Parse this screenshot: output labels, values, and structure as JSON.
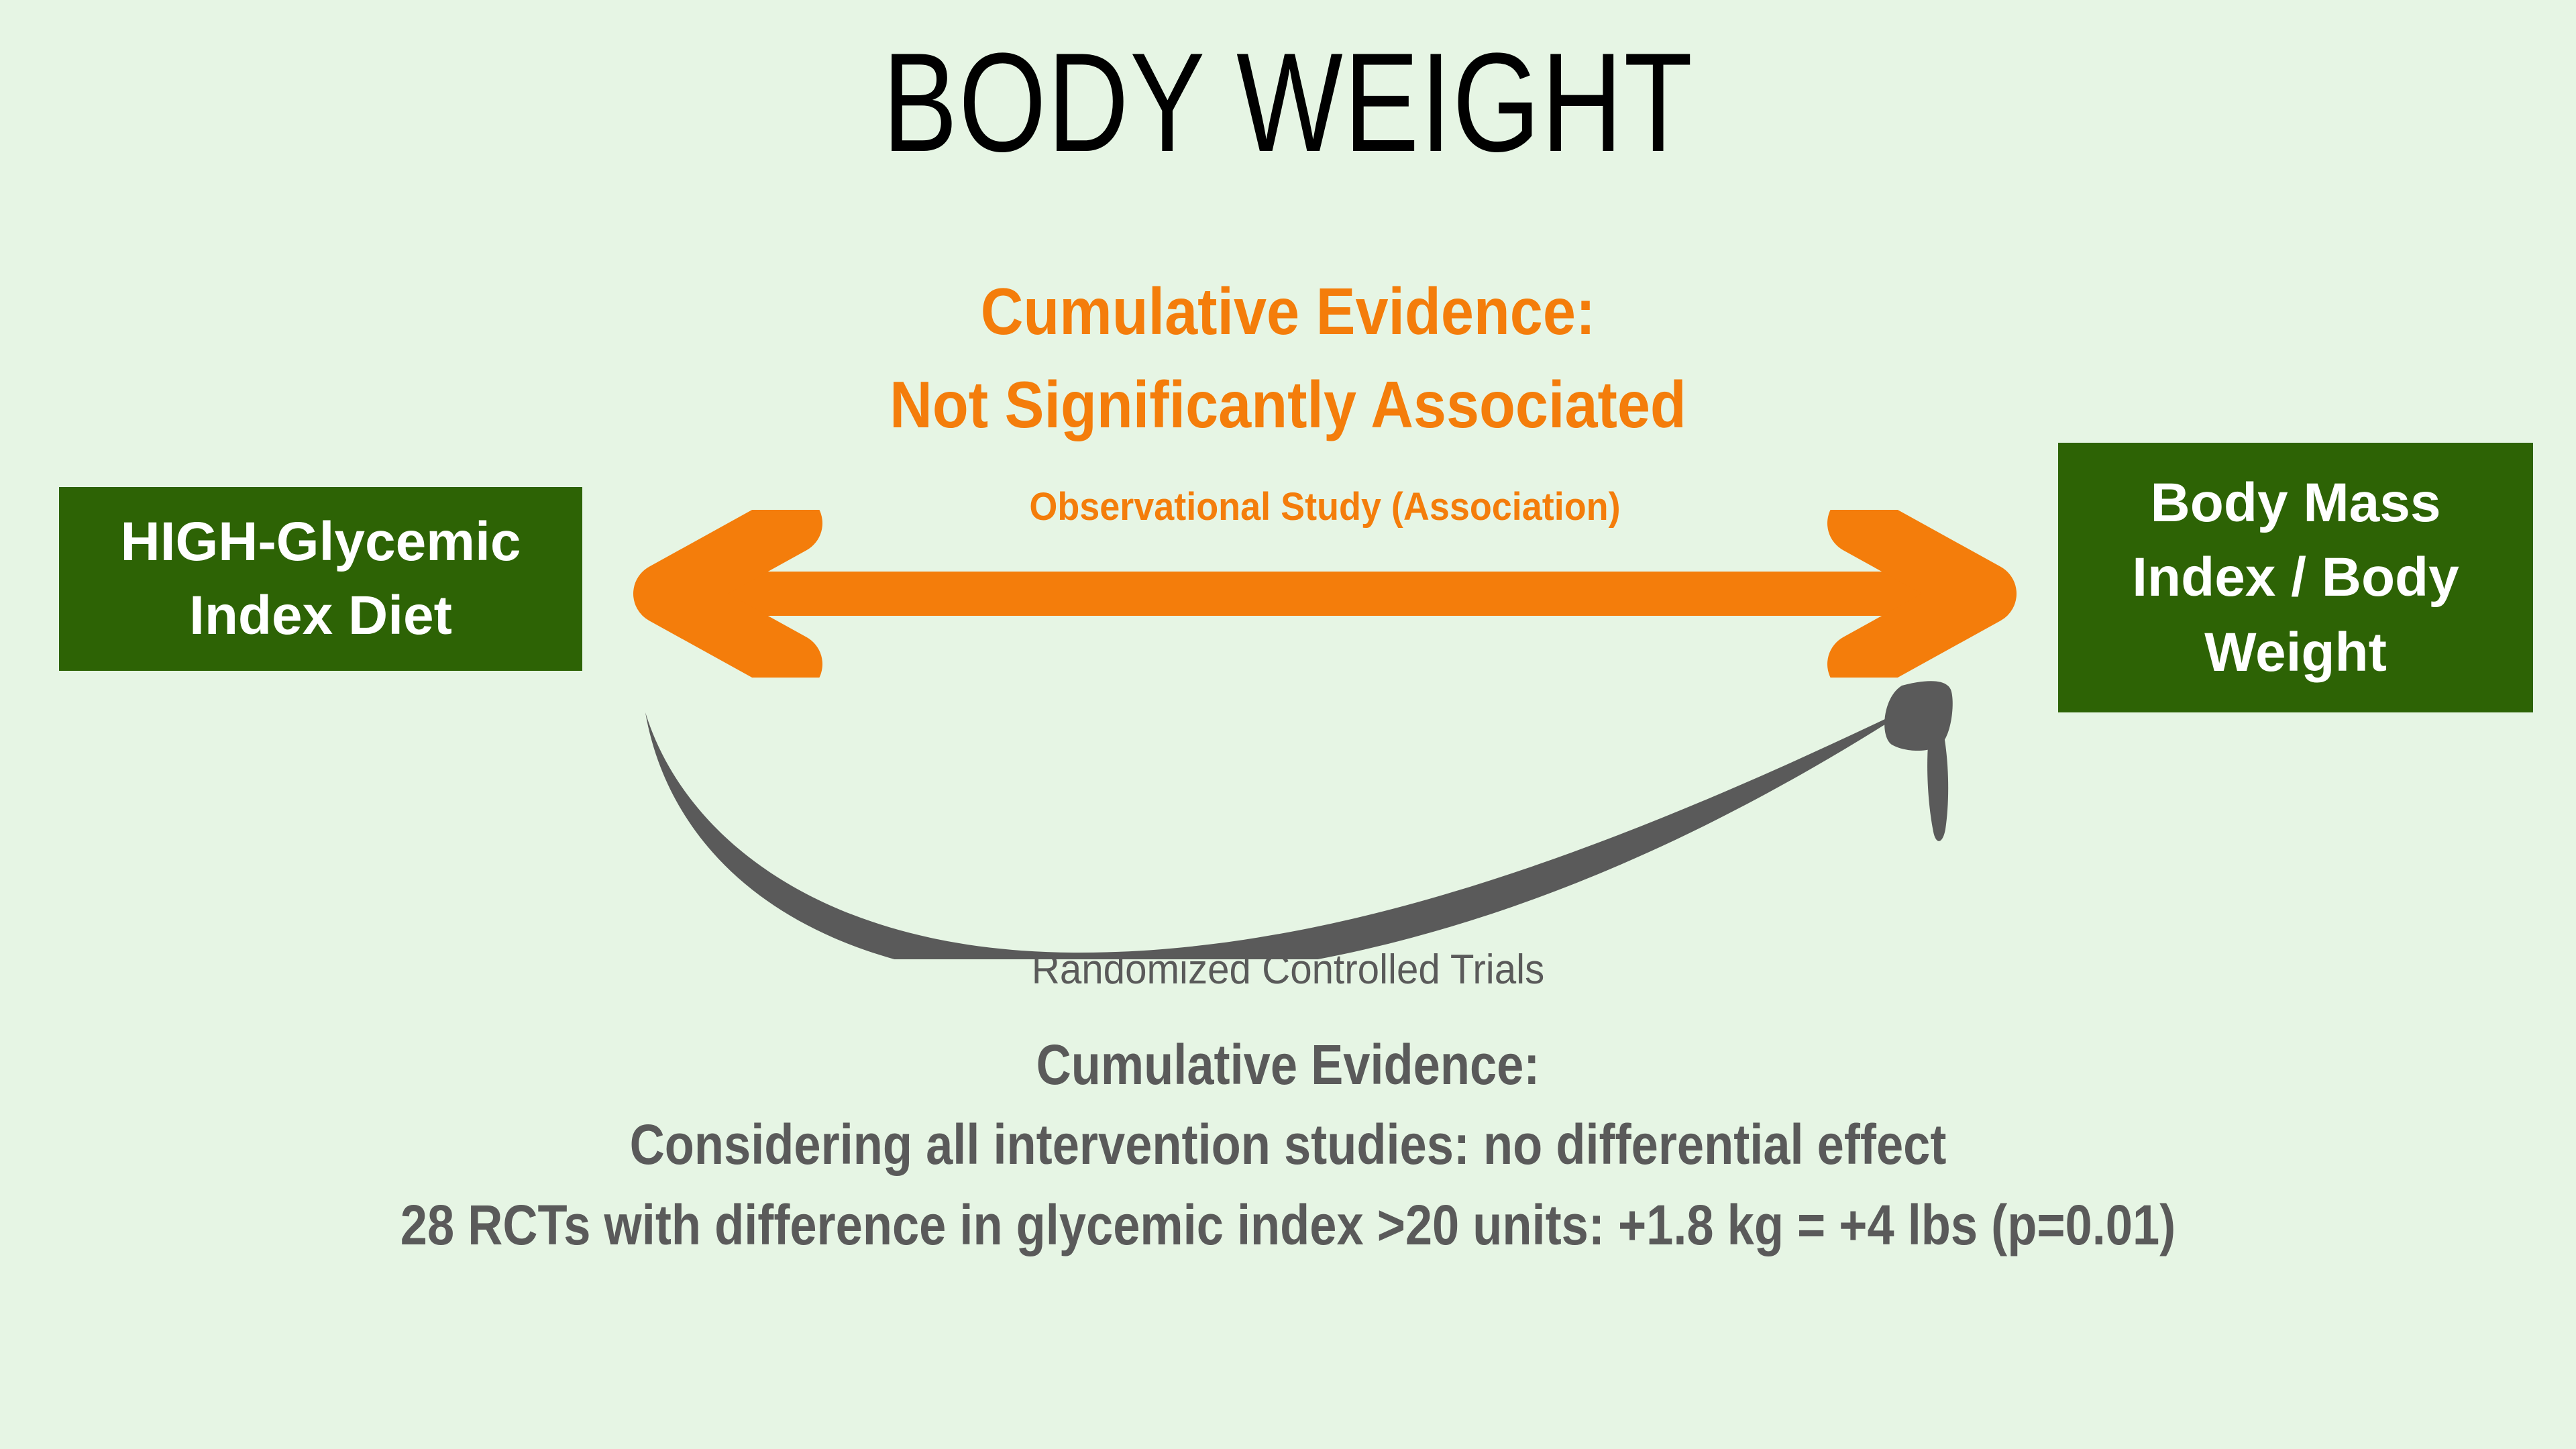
{
  "slide": {
    "title": "BODY WEIGHT",
    "background_color": "#e6f5e4"
  },
  "colors": {
    "background": "#e6f5e4",
    "green_box": "#2d6305",
    "orange_accent": "#f47d0b",
    "gray_accent": "#5a5a5a",
    "title_text": "#000000",
    "box_text": "#ffffff"
  },
  "observational": {
    "accent_color": "#f47d0b",
    "headline_line1": "Cumulative Evidence:",
    "headline_line2": "Not Significantly Associated",
    "arrow_label": "Observational Study (Association)",
    "arrow_icon": "double-headed-arrow-icon"
  },
  "exposure_box": {
    "line1": "HIGH-Glycemic",
    "line2": "Index Diet"
  },
  "outcome_box": {
    "line1": "Body Mass",
    "line2": "Index / Body",
    "line3": "Weight"
  },
  "rct": {
    "accent_color": "#5a5a5a",
    "arrow_label": "Randomized Controlled Trials",
    "arrow_icon": "curved-arrow-icon",
    "conclusion_line1": "Cumulative Evidence:",
    "conclusion_line2": "Considering all intervention studies: no differential effect",
    "conclusion_line3": "28 RCTs with difference in glycemic index >20 units: +1.8 kg = +4 lbs (p=0.01)"
  }
}
